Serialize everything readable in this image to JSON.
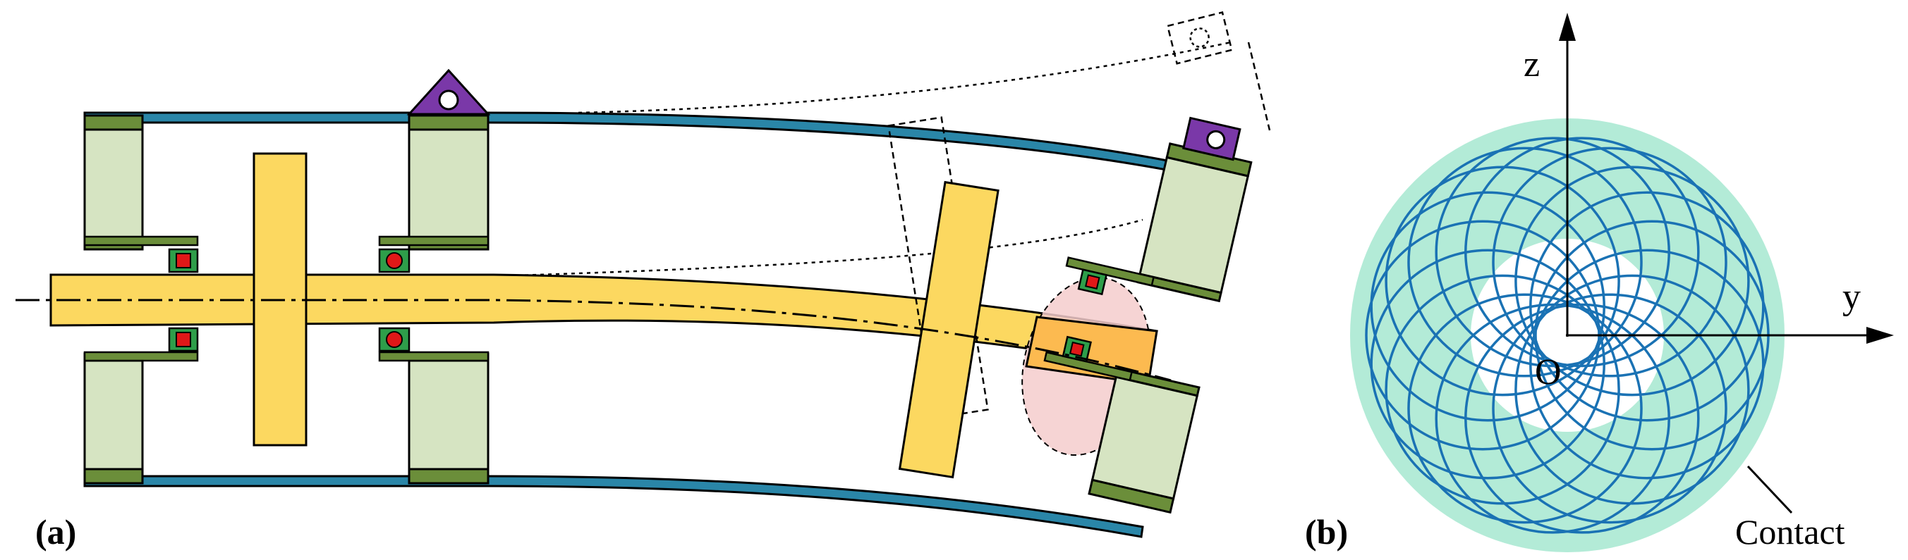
{
  "panel_a": {
    "label": "(a)"
  },
  "panel_b": {
    "label": "(b)",
    "axis_z": "z",
    "axis_y": "y",
    "origin": "O",
    "callout": "Contact"
  },
  "colors": {
    "shell_blue": "#2a86a8",
    "flange_green": "#6b8e3a",
    "bearing_housing": "#d6e4c2",
    "shaft_yellow": "#fcd860",
    "disk_yellow": "#fcd860",
    "bearing_red": "#e01818",
    "bearing_green": "#2e9e4a",
    "mount_purple": "#7a38a8",
    "contact_zone": "#f5cccc",
    "contact_ring": "#a6e8d0",
    "orbit_blue": "#1a72b4"
  }
}
